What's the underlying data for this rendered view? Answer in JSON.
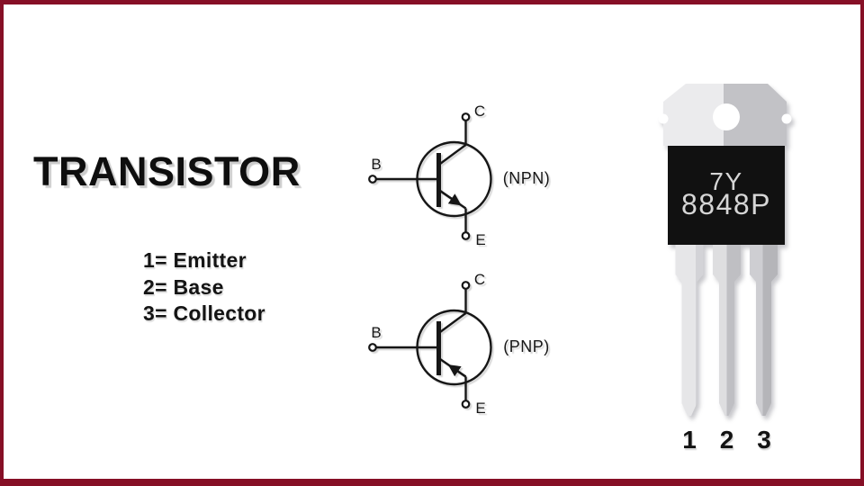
{
  "page": {
    "border_color": "#860f26",
    "background": "#ffffff"
  },
  "title": "TRANSISTOR",
  "legend": {
    "items": [
      "1= Emitter",
      "2= Base",
      "3= Collector"
    ]
  },
  "symbols": {
    "npn": {
      "base": "B",
      "collector": "C",
      "emitter": "E",
      "type": "(NPN)"
    },
    "pnp": {
      "base": "B",
      "collector": "C",
      "emitter": "E",
      "type": "(PNP)"
    }
  },
  "package": {
    "marking_line1": "7Y",
    "marking_line2": "8848P",
    "body_color": "#111111",
    "marking_color": "#d6d6d6",
    "pins": [
      "1",
      "2",
      "3"
    ]
  }
}
